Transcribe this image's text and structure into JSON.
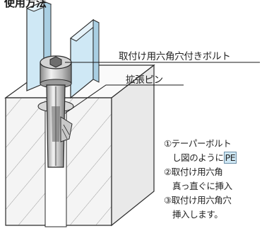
{
  "heading": "使用方法",
  "labels": {
    "bolt": "取付け用六角穴付きボルト",
    "pin": "拡張ピン"
  },
  "steps": {
    "s1a": "①テーパーボルト",
    "s1b": "し図のように",
    "s1_badge": "PE",
    "s2a": "②取付け用六角",
    "s2b": "真っ直ぐに挿入",
    "s3a": "③取付け用六角穴",
    "s3b": "挿入します。"
  },
  "colors": {
    "block_front": "#f4f4f4",
    "block_top": "#fafafa",
    "block_side": "#e9e9e9",
    "jaw": "#cfe8f5",
    "outline": "#2a2a2a"
  }
}
